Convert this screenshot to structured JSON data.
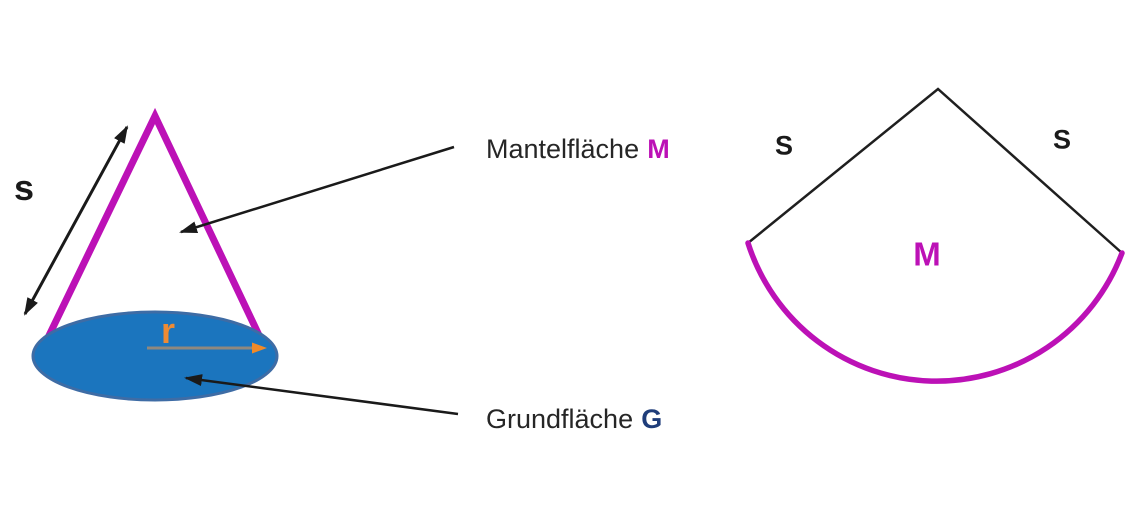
{
  "cone": {
    "slant_label": "s",
    "radius_label": "r",
    "mantel_callout": {
      "text": "Mantelfläche",
      "symbol": "M"
    },
    "grund_callout": {
      "text": "Grundfläche",
      "symbol": "G"
    }
  },
  "sector": {
    "left_edge_label": "S",
    "right_edge_label": "S",
    "surface_label": "M"
  },
  "colors": {
    "magenta": "#BC11B6",
    "base_fill_blue": "#1B75BE",
    "base_border_blue": "#3E6CA5",
    "grund_symbol_navy": "#1F3D7A",
    "radius_label_orange": "#ED8B35",
    "radius_arrowhead_orange": "#F08A28",
    "radius_line_gray": "#8F887E",
    "line_black": "#1A1A1A",
    "text_black": "#262626"
  }
}
